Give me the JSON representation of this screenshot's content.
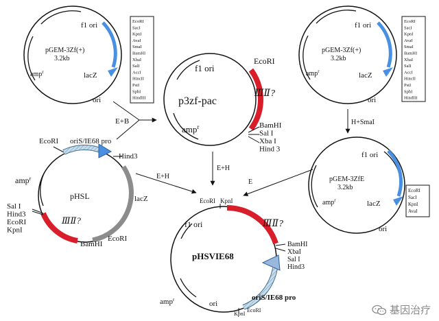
{
  "plasmids": {
    "pgem_a": {
      "name_line1": "pGEM-3Zf(+)",
      "name_line2": "3.2kb",
      "f1": "f1 ori",
      "amp": "amp",
      "amp_sup": "r",
      "lacz": "lacZ",
      "ori": "ori",
      "mcs": [
        "EcoRI",
        "SacI",
        "KpnI",
        "AvaI",
        "SmaI",
        "BamHI",
        "XbaI",
        "SalI",
        "AccI",
        "HincII",
        "PstI",
        "SphI",
        "HindIII"
      ]
    },
    "p3zf": {
      "name": "p3zf-pac",
      "f1": "f1 ori",
      "ecori": "EcoRI",
      "insert": "ⅢⅡ?",
      "amp": "amp",
      "amp_sup": "r",
      "sites": [
        "BamHI",
        "Sal I",
        "Xba I",
        "Hind 3"
      ]
    },
    "pgem_b": {
      "name_line1": "pGEM-3Zf(+)",
      "name_line2": "3.2kb",
      "f1": "f1 ori",
      "amp": "amp",
      "amp_sup": "r",
      "lacz": "lacZ",
      "ori": "ori",
      "mcs": [
        "EcoRI",
        "SacI",
        "KpnI",
        "AvaI",
        "SmaI",
        "BamHI",
        "XbaI",
        "SalI",
        "AccI",
        "HincII",
        "PstI",
        "SphI",
        "HindIII"
      ]
    },
    "pgem_e": {
      "name_line1": "pGEM-3ZfE",
      "name_line2": "3.2kb",
      "f1": "f1 ori",
      "amp": "amp",
      "amp_sup": "r",
      "lacz": "lacZ",
      "ori": "ori",
      "mcs": [
        "EcoRI",
        "SacI",
        "KpnI",
        "AvaI"
      ]
    },
    "phsl": {
      "name": "pHSL",
      "ecori_top": "EcoRI",
      "oris": "oriS/IE68 pro",
      "hind3": "Hind3",
      "amp": "amp",
      "amp_sup": "r",
      "lacz": "lacZ",
      "left_sites": [
        "Sal  I",
        "Hind3",
        "EcoRI",
        "KpnI"
      ],
      "insert": "ⅢⅡ?",
      "bamhi": "BamHI",
      "ecori_bottom": "EcoRI"
    },
    "phsvie": {
      "name": "pHSVIE68",
      "ecori_top": "EcoRI",
      "kpni_top": "KpnI",
      "f1": "f1 ori",
      "insert": "ⅢⅡ?",
      "sites": [
        "BamHI",
        "XbaI",
        "Sal I",
        "Hind3"
      ],
      "oris": "oriS/IE68 pro",
      "amp": "amp",
      "amp_sup": "r",
      "ori": "ori",
      "kpni_bottom": "KpnI",
      "ecori_bottom": "EcoRI"
    }
  },
  "arrows": {
    "eb": "E+B",
    "h_smai": "H+SmaI",
    "eh_center": "E+H",
    "eh_left": "E+H",
    "e_right": "E"
  },
  "watermark": "基因治疗",
  "colors": {
    "red_insert": "#d91e2b",
    "blue_lacz": "#4a90e2",
    "gray_lacz": "#8c8c8c",
    "oris_fill": "#c7dcea",
    "wm_text": "#8a8a8a"
  }
}
